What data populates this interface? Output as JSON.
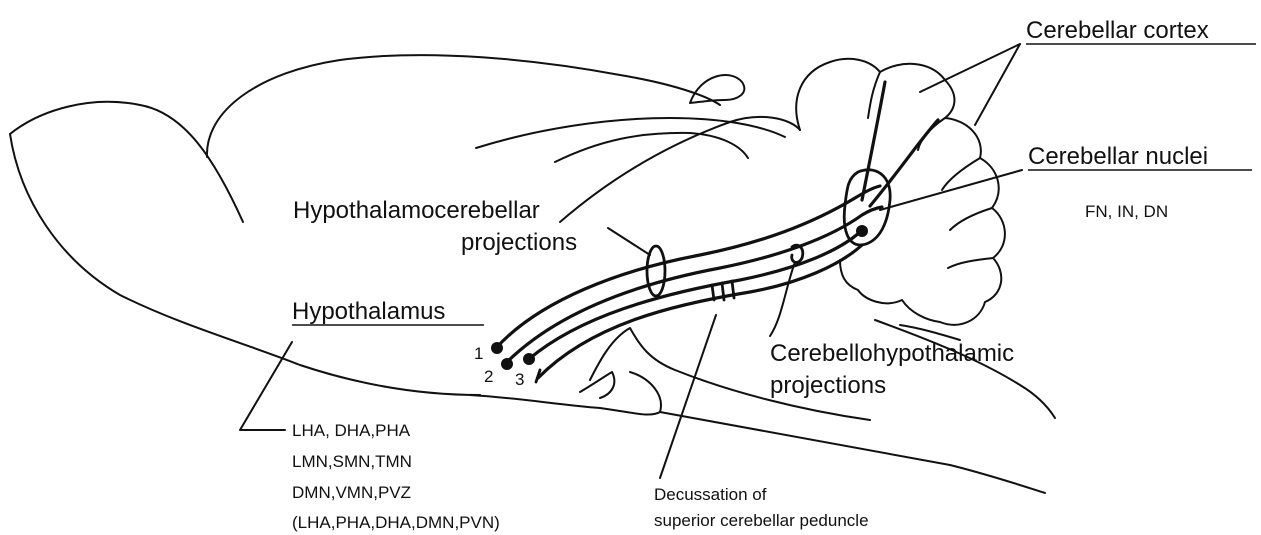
{
  "labels": {
    "cerebellar_cortex": "Cerebellar cortex",
    "cerebellar_nuclei": "Cerebellar nuclei",
    "cerebellar_nuclei_list": "FN, IN, DN",
    "hypothalamo_cerebellar_line1": "Hypothalamocerebellar",
    "hypothalamo_cerebellar_line2": "projections",
    "hypothalamus": "Hypothalamus",
    "cerebello_hypothalamic_line1": "Cerebellohypothalamic",
    "cerebello_hypothalamic_line2": "projections",
    "decussation_line1": "Decussation of",
    "decussation_line2": "superior cerebellar peduncle"
  },
  "hypothalamic_nuclei": [
    "LHA, DHA,PHA",
    "LMN,SMN,TMN",
    "DMN,VMN,PVZ",
    "(LHA,PHA,DHA,DMN,PVN)"
  ],
  "pathway_numbers": [
    "1",
    "2",
    "3"
  ],
  "colors": {
    "ink": "#111111",
    "background": "#ffffff"
  }
}
